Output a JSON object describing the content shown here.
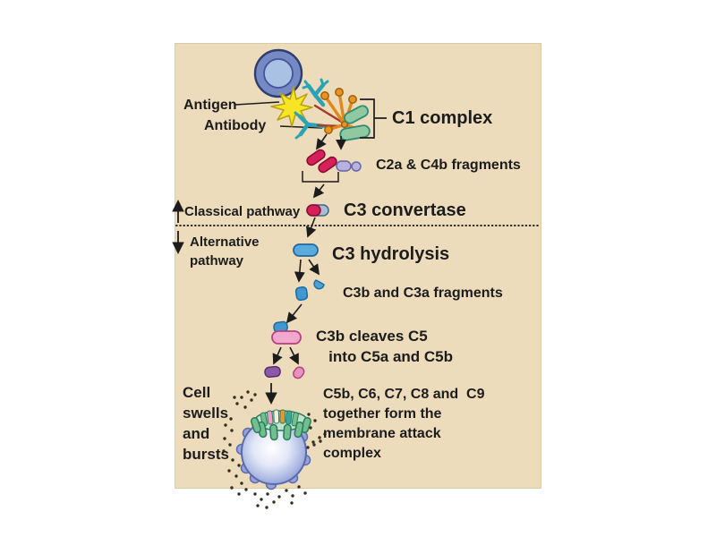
{
  "panel": {
    "background": "#ecdcbb"
  },
  "labels": {
    "antigen": "Antigen",
    "antibody": "Antibody",
    "c1_complex": "C1 complex",
    "c2a_c4b_fragments": "C2a & C4b fragments",
    "classical_pathway": "Classical pathway",
    "c3_convertase": "C3 convertase",
    "alternative_pathway": "Alternative\npathway",
    "c3_hydrolysis": "C3 hydrolysis",
    "c3b_c3a_fragments": "C3b and C3a fragments",
    "c3b_cleaves_c5": "C3b cleaves C5\n   into C5a and C5b",
    "cell_swells": "Cell\nswells\nand\nbursts",
    "membrane_attack": "C5b, C6, C7, C8 and  C9\ntogether form the\nmembrane attack\ncomplex"
  },
  "colors": {
    "panel": "#ecdcbb",
    "text": "#1c1c1c",
    "pathogen_outer": "#7589c4",
    "pathogen_inner": "#a9c2e4",
    "antigen_yellow": "#f6e522",
    "antibody_teal": "#2ba3b5",
    "c1q_orange": "#e8941e",
    "c1rs_green": "#90c9a0",
    "c2a_red": "#d5205a",
    "c4b_lavender": "#b5b2dd",
    "c3_blue": "#5aabdc",
    "c5_pink": "#f2a8cc",
    "c5b_purple": "#8a5aa4",
    "c5a_pink": "#e693c4",
    "mac_green": "#6fbf8f",
    "cell_blue": "#8593cc"
  }
}
